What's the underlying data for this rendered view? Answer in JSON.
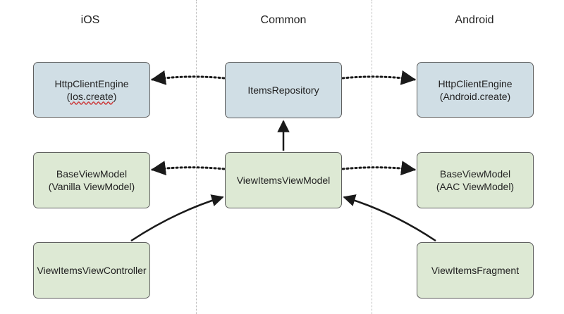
{
  "columns": {
    "ios": "iOS",
    "common": "Common",
    "android": "Android"
  },
  "boxes": {
    "ios_http": {
      "line1": "HttpClientEngine",
      "line2_prefix": "(",
      "line2_underlined": "Ios.create",
      "line2_suffix": ")"
    },
    "items_repository": {
      "line1": "ItemsRepository"
    },
    "android_http": {
      "line1": "HttpClientEngine",
      "line2": "(Android.create)"
    },
    "ios_base_vm": {
      "line1": "BaseViewModel",
      "line2": "(Vanilla ViewModel)"
    },
    "view_items_vm": {
      "line1": "ViewItemsViewModel"
    },
    "android_base_vm": {
      "line1": "BaseViewModel",
      "line2": "(AAC ViewModel)"
    },
    "ios_vc": {
      "line1": "ViewItemsViewController"
    },
    "android_fragment": {
      "line1": "ViewItemsFragment"
    }
  },
  "colors": {
    "infrastructure_box": "#d0dee5",
    "viewmodel_box": "#dde9d4",
    "box_border": "#5f5f5f",
    "arrow": "#1a1a1a",
    "divider": "#b8b8b8"
  }
}
